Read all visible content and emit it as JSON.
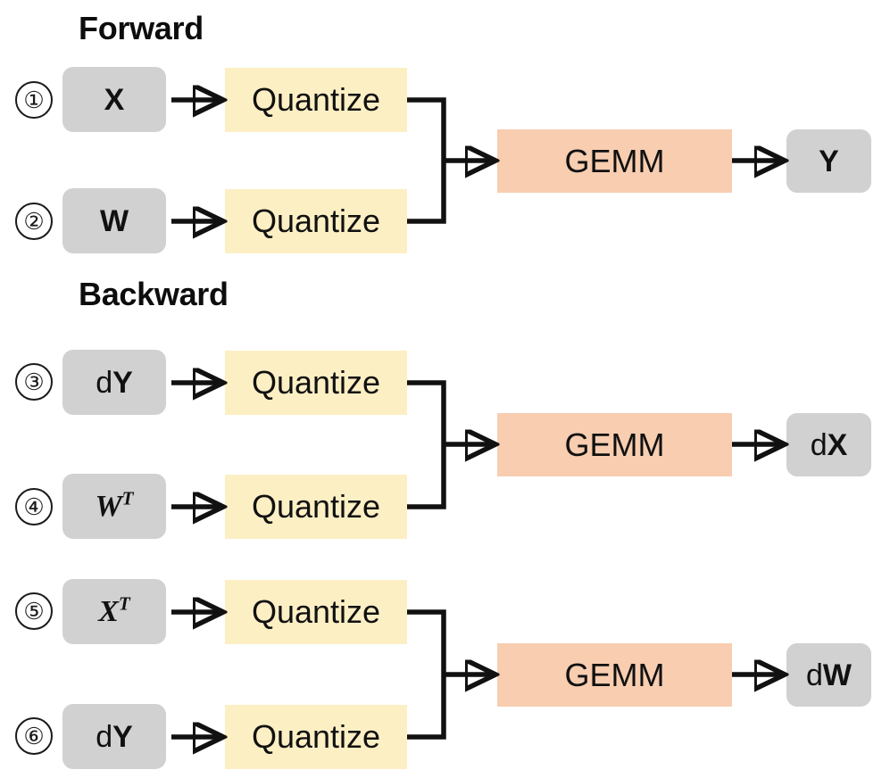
{
  "diagram": {
    "title_forward": "Forward",
    "title_backward": "Backward",
    "quantize_label": "Quantize",
    "gemm_label": "GEMM",
    "colors": {
      "tensor_gray": "#d1d1d1",
      "quantize_yellow": "#fdefc4",
      "gemm_salmon": "#f8cdb0",
      "stroke_black": "#111111",
      "background": "#ffffff"
    },
    "steps": [
      {
        "num": "①",
        "input": "X",
        "input_base": "",
        "input_main": "X",
        "input_sup": "",
        "style": "bold"
      },
      {
        "num": "②",
        "input": "W",
        "input_base": "",
        "input_main": "W",
        "input_sup": "",
        "style": "bold"
      },
      {
        "num": "③",
        "input": "dY",
        "input_base": "d",
        "input_main": "Y",
        "input_sup": "",
        "style": "bold"
      },
      {
        "num": "④",
        "input": "Wᵀ",
        "input_base": "",
        "input_main": "W",
        "input_sup": "T",
        "style": "mathit"
      },
      {
        "num": "⑤",
        "input": "Xᵀ",
        "input_base": "",
        "input_main": "X",
        "input_sup": "T",
        "style": "mathit"
      },
      {
        "num": "⑥",
        "input": "dY",
        "input_base": "d",
        "input_main": "Y",
        "input_sup": "",
        "style": "bold"
      }
    ],
    "outputs": [
      {
        "label": "Y",
        "base": "",
        "main": "Y"
      },
      {
        "label": "dX",
        "base": "d",
        "main": "X"
      },
      {
        "label": "dW",
        "base": "d",
        "main": "W"
      }
    ],
    "groups": [
      {
        "name": "forward",
        "steps": [
          "①",
          "②"
        ],
        "output": "Y"
      },
      {
        "name": "backward-dx",
        "steps": [
          "③",
          "④"
        ],
        "output": "dX"
      },
      {
        "name": "backward-dw",
        "steps": [
          "⑤",
          "⑥"
        ],
        "output": "dW"
      }
    ]
  }
}
